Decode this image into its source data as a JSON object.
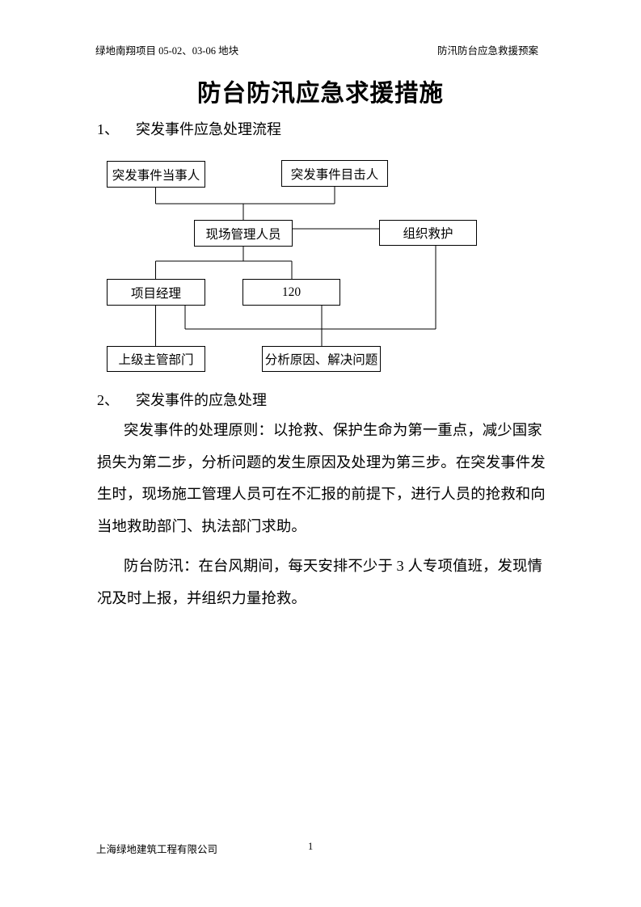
{
  "page": {
    "header_left": "绿地南翔项目 05-02、03-06 地块",
    "header_right": "防汛防台应急救援预案",
    "title": "防台防汛应急求援措施",
    "footer_left": "上海绿地建筑工程有限公司",
    "footer_page": "1"
  },
  "sections": [
    {
      "number": "1、",
      "heading": "突发事件应急处理流程"
    },
    {
      "number": "2、",
      "heading": "突发事件的应急处理"
    }
  ],
  "flowchart": {
    "boxes": [
      {
        "id": "victim",
        "label": "突发事件当事人"
      },
      {
        "id": "witness",
        "label": "突发事件目击人"
      },
      {
        "id": "manager",
        "label": "现场管理人员"
      },
      {
        "id": "rescue",
        "label": "组织救护"
      },
      {
        "id": "pm",
        "label": "项目经理"
      },
      {
        "id": "120",
        "label": "120"
      },
      {
        "id": "superior",
        "label": "上级主管部门"
      },
      {
        "id": "analyze",
        "label": "分析原因、解决问题"
      }
    ]
  },
  "paragraphs": [
    {
      "lines": [
        "突发事件的处理原则：以抢救、保护生命为第一重点，减少国家",
        "损失为第二步，分析问题的发生原因及处理为第三步。在突发事件发",
        "生时，现场施工管理人员可在不汇报的前提下，进行人员的抢救和向",
        "当地救助部门、执法部门求助。"
      ]
    },
    {
      "lines": [
        "防台防汛：在台风期间，每天安排不少于 3 人专项值班，发现情",
        "况及时上报，并组织力量抢救。"
      ]
    }
  ],
  "colors": {
    "text": "#000000",
    "background": "#ffffff",
    "line": "#000000"
  }
}
